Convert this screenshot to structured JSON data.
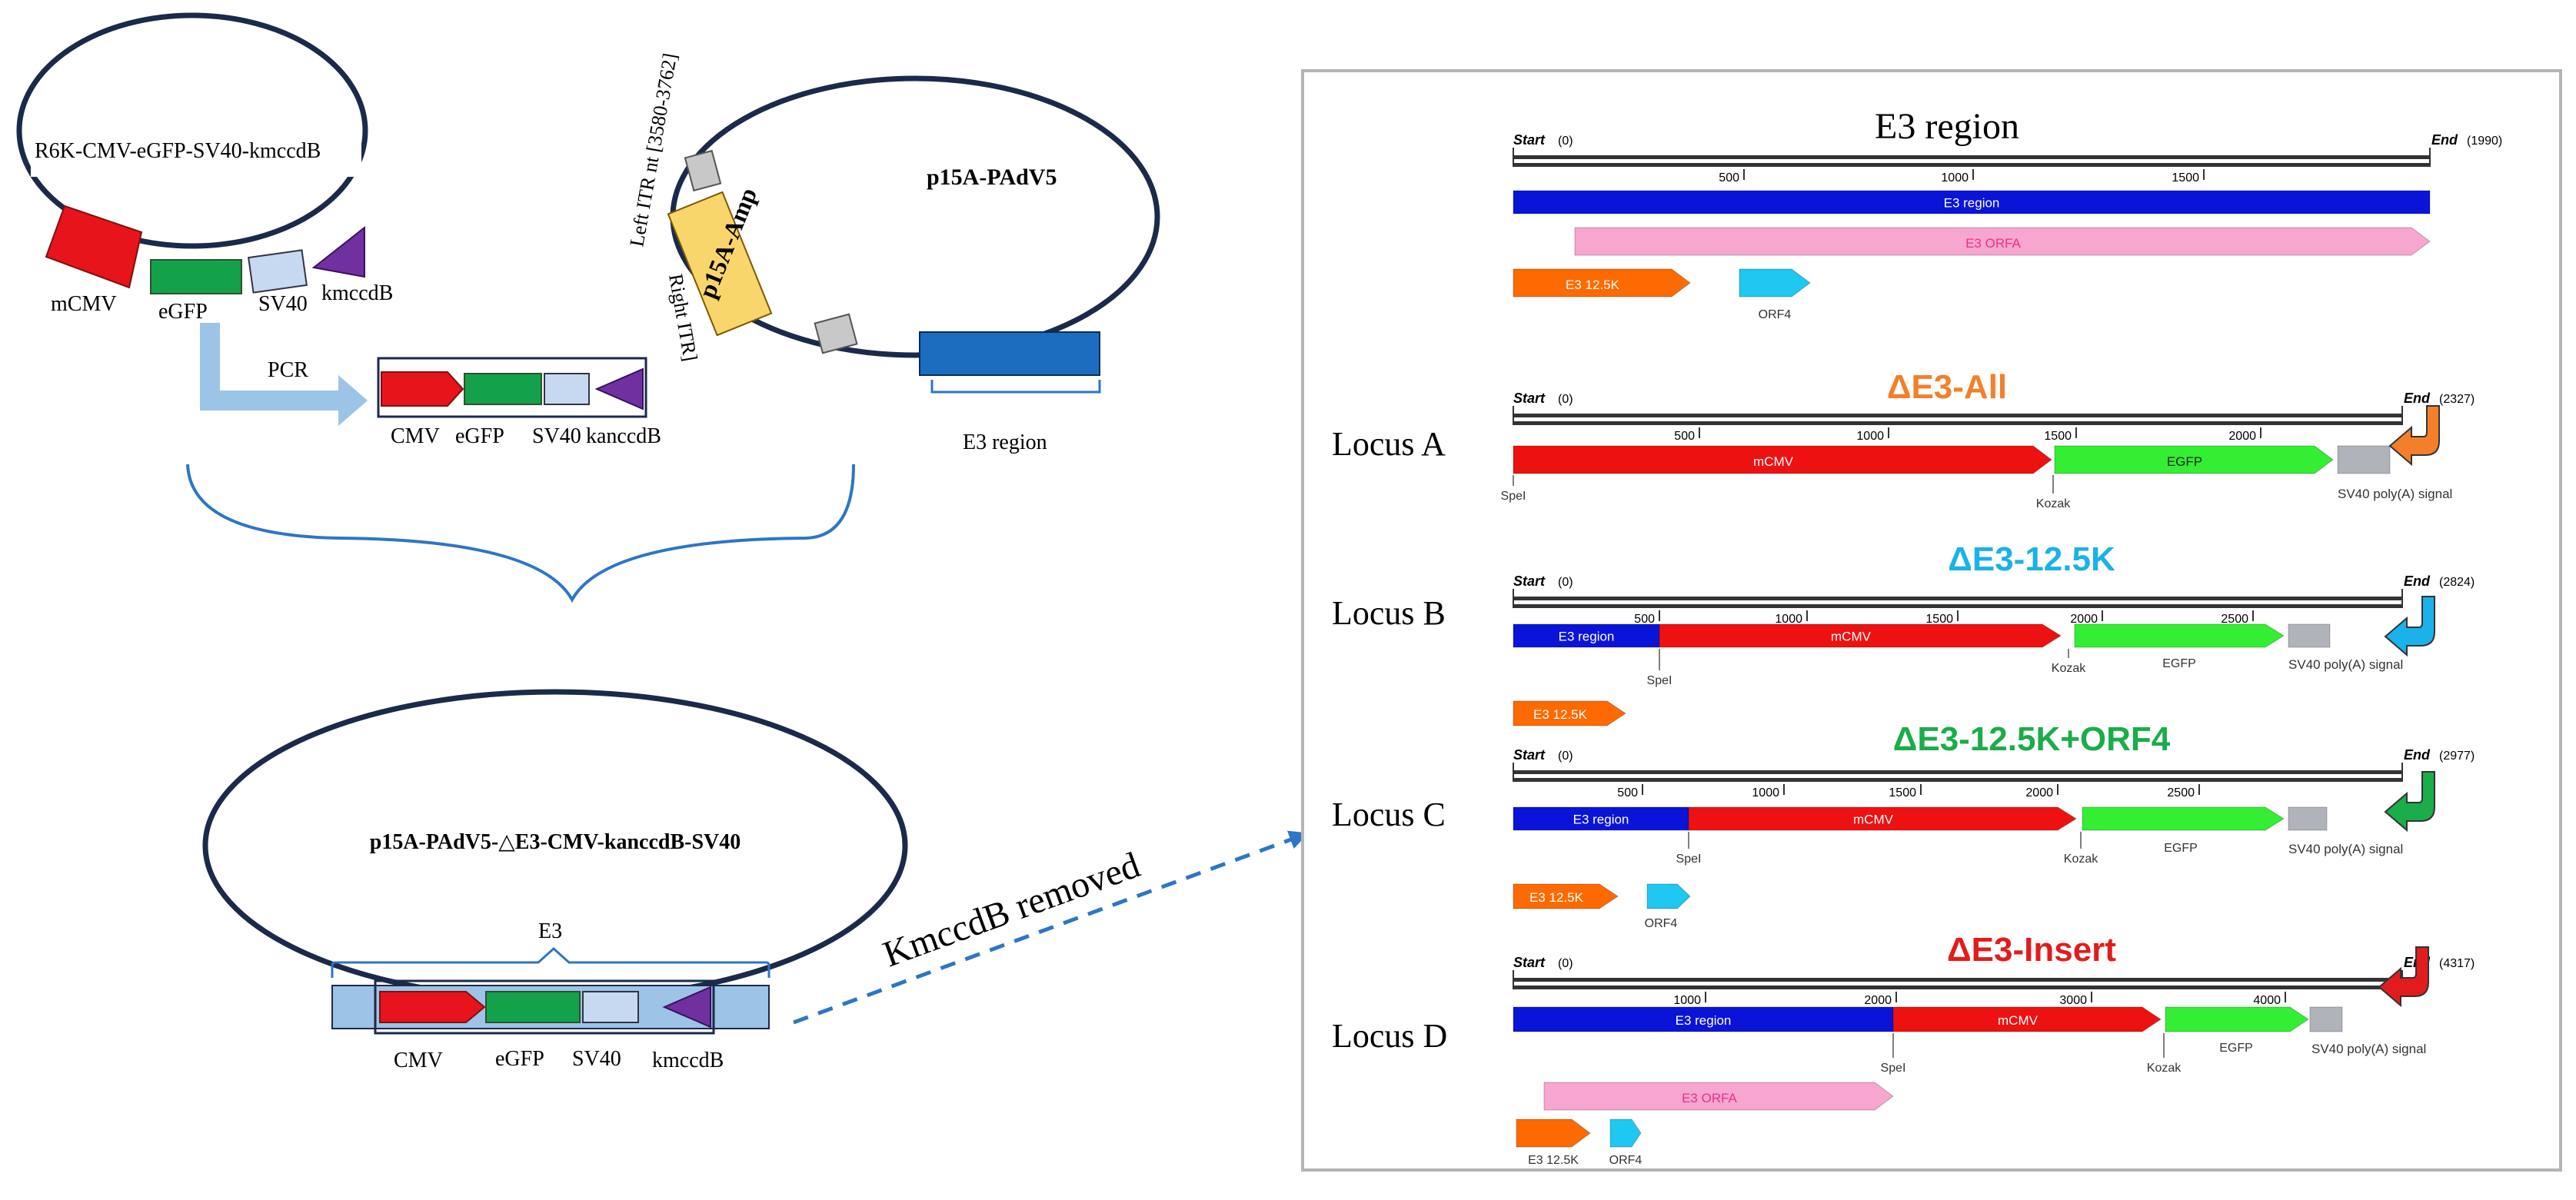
{
  "left": {
    "plasmid1": {
      "name": "R6K-CMV-eGFP-SV40-kmccdB",
      "labels": [
        "mCMV",
        "eGFP",
        "SV40",
        "kmccdB"
      ]
    },
    "pcr": {
      "label": "PCR",
      "labels": [
        "CMV",
        "eGFP",
        "SV40",
        "kanccdB"
      ]
    },
    "plasmid2": {
      "name": "p15A-PAdV5",
      "left_itr": "Left ITR nt [3580-3762]",
      "right_itr": "Right ITR]",
      "amp": "p15A-Amp",
      "e3": "E3 region"
    },
    "plasmid3": {
      "name": "p15A-PAdV5-△E3-CMV-kanccdB-SV40",
      "e3": "E3",
      "labels": [
        "CMV",
        "eGFP",
        "SV40",
        "kmccdB"
      ]
    },
    "removed": "KmccdB removed"
  },
  "panel": {
    "start_label": "Start",
    "end_label": "End",
    "zero": "(0)",
    "tracks": [
      {
        "title": "E3 region",
        "title_color": "#000000",
        "locus": "",
        "end_value": "(1990)",
        "ticks": [
          "500",
          "1000",
          "1500"
        ],
        "features": [
          "E3 region",
          "E3 ORFA",
          "E3 12.5K",
          "ORF4"
        ],
        "sublabels": []
      },
      {
        "title": "ΔE3-All",
        "title_color": "#f47f2a",
        "locus": "Locus A",
        "end_value": "(2327)",
        "ticks": [
          "500",
          "1000",
          "1500",
          "2000"
        ],
        "features": [
          "mCMV",
          "EGFP"
        ],
        "sublabels": [
          "SpeI",
          "Kozak",
          "SV40 poly(A) signal"
        ]
      },
      {
        "title": "ΔE3-12.5K",
        "title_color": "#1ab2e8",
        "locus": "Locus B",
        "end_value": "(2824)",
        "ticks": [
          "500",
          "1000",
          "1500",
          "2000",
          "2500"
        ],
        "features": [
          "E3 region",
          "mCMV",
          "EGFP",
          "E3 12.5K"
        ],
        "sublabels": [
          "SpeI",
          "Kozak",
          "SV40 poly(A) signal"
        ]
      },
      {
        "title": "ΔE3-12.5K+ORF4",
        "title_color": "#1aad4a",
        "locus": "Locus C",
        "end_value": "(2977)",
        "ticks": [
          "500",
          "1000",
          "1500",
          "2000",
          "2500"
        ],
        "features": [
          "E3 region",
          "mCMV",
          "EGFP",
          "E3 12.5K",
          "ORF4"
        ],
        "sublabels": [
          "SpeI",
          "Kozak",
          "SV40 poly(A) signal"
        ]
      },
      {
        "title": "ΔE3-Insert",
        "title_color": "#e21c1c",
        "locus": "Locus D",
        "end_value": "(4317)",
        "ticks": [
          "1000",
          "2000",
          "3000",
          "4000"
        ],
        "features": [
          "E3 region",
          "mCMV",
          "EGFP",
          "E3 ORFA",
          "E3 12.5K",
          "ORF4"
        ],
        "sublabels": [
          "SpeI",
          "Kozak",
          "SV40 poly(A) signal"
        ]
      }
    ]
  },
  "colors": {
    "ring": "#1b2a4a",
    "red": "#e8141b",
    "green": "#14a14b",
    "lightblue": "#c6d9f1",
    "purple": "#7030a0",
    "amp": "#f9d66b",
    "e3box": "#1c6dc0",
    "bracket": "#2e75c6",
    "pcrarrow": "#9dc3e6",
    "mapblue": "#0a14d8",
    "mapred": "#ee1111",
    "mapgreen": "#33ee33",
    "mappink": "#f7a6cf",
    "maporange": "#ff6a00",
    "mapcyan": "#1ec8f0",
    "mapgray": "#b0b4ba"
  }
}
